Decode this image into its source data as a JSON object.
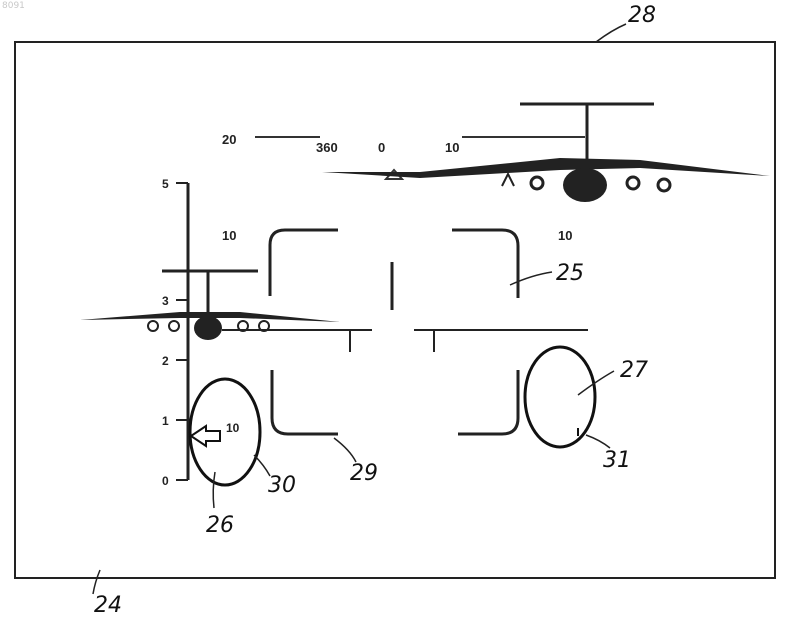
{
  "corner_text": "8091",
  "references": {
    "r24": "24",
    "r25": "25",
    "r26": "26",
    "r27": "27",
    "r28": "28",
    "r29": "29",
    "r30": "30",
    "r31": "31"
  },
  "heading_scale": {
    "t20": "20",
    "t360": "360",
    "t0": "0",
    "t10": "10"
  },
  "altitude_scale": [
    "5",
    "3",
    "2",
    "1",
    "0"
  ],
  "pitch_labels": {
    "left_10": "10",
    "right_10": "10",
    "inner_10": "10"
  }
}
